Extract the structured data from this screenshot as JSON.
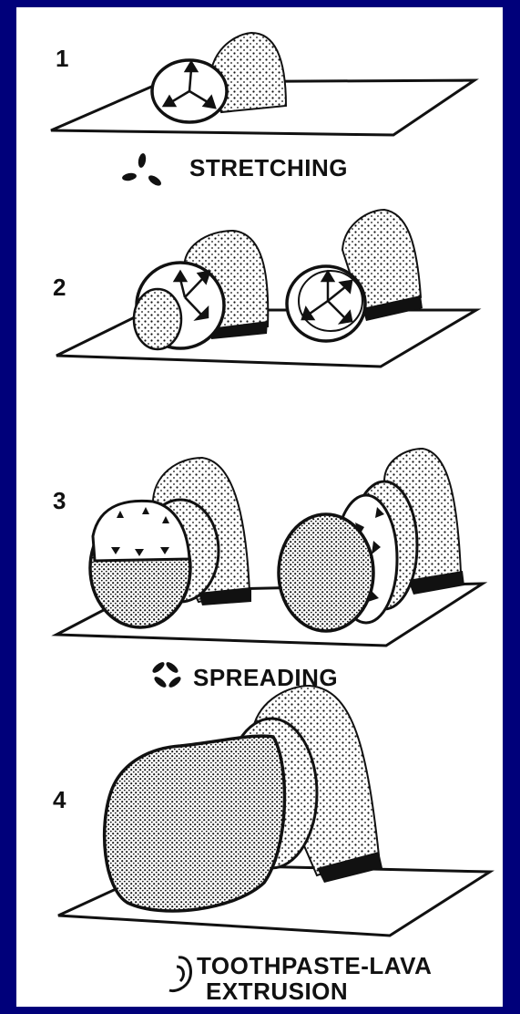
{
  "colors": {
    "border": "#00007a",
    "panel": "#ffffff",
    "ink": "#111111"
  },
  "stages": [
    {
      "number": "1",
      "label": "STRETCHING"
    },
    {
      "number": "2"
    },
    {
      "number": "3",
      "label": "SPREADING"
    },
    {
      "number": "4",
      "label_line1": "TOOTHPASTE-LAVA",
      "label_line2": "EXTRUSION"
    }
  ]
}
